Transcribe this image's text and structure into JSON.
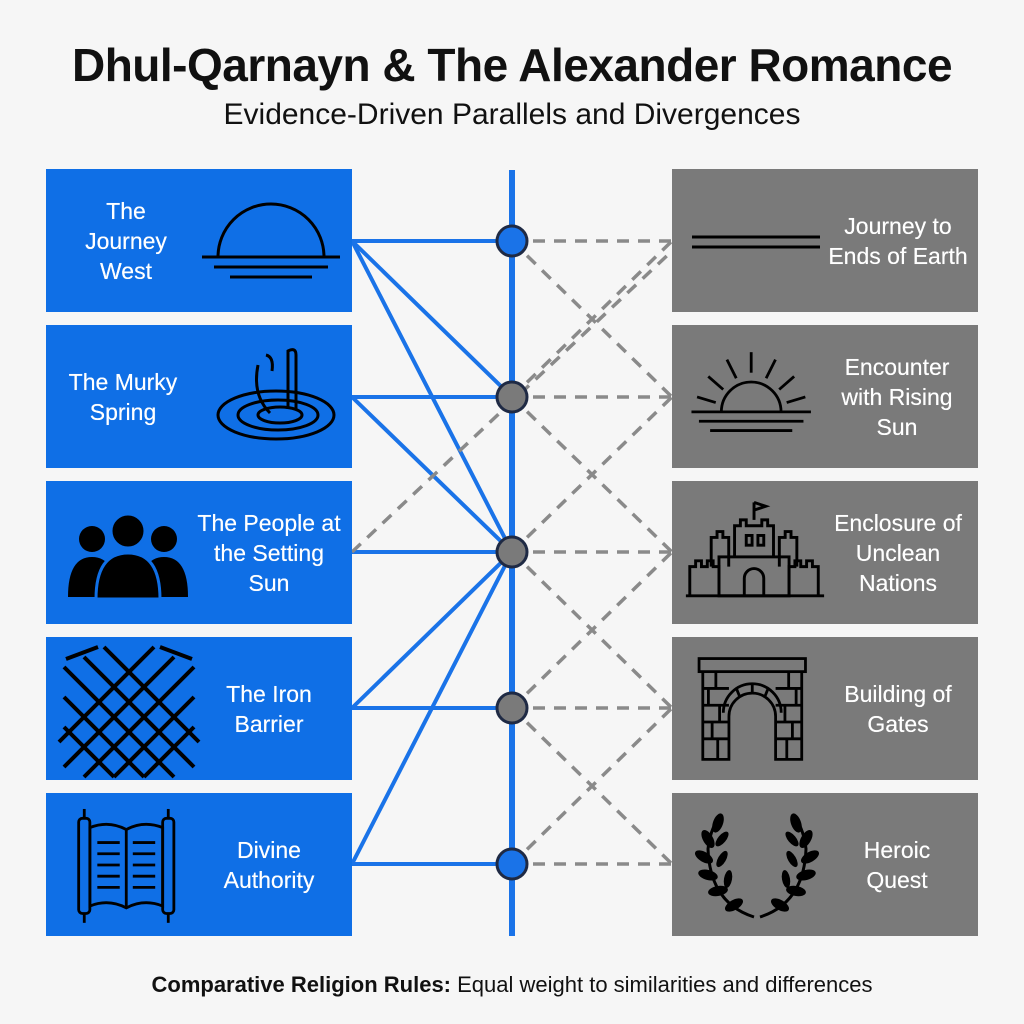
{
  "title": "Dhul-Qarnayn & The Alexander Romance",
  "subtitle": "Evidence-Driven Parallels and Divergences",
  "left_items": [
    {
      "label": "The Journey West",
      "icon": "setting-sun-icon"
    },
    {
      "label": "The Murky Spring",
      "icon": "spring-icon"
    },
    {
      "label": "The People at the Setting Sun",
      "icon": "people-icon"
    },
    {
      "label": "The Iron Barrier",
      "icon": "iron-lattice-icon"
    },
    {
      "label": "Divine Authority",
      "icon": "scroll-icon"
    }
  ],
  "right_items": [
    {
      "label": "Journey to Ends of Earth",
      "icon": "horizon-lines-icon"
    },
    {
      "label": "Encounter with Rising Sun",
      "icon": "rising-sun-icon"
    },
    {
      "label": "Enclosure of Unclean Nations",
      "icon": "castle-icon"
    },
    {
      "label": "Building of Gates",
      "icon": "arch-gate-icon"
    },
    {
      "label": "Heroic Quest",
      "icon": "laurel-wreath-icon"
    }
  ],
  "colors": {
    "left_card": "#0f6fe6",
    "right_card": "#7a7a7a",
    "solid_link": "#1a73e8",
    "dashed_link": "#8a8a8a",
    "node_blue": "#1a73e8",
    "node_gray": "#7a7a7a"
  },
  "footer": {
    "bold": "Comparative Religion Rules:",
    "rest": " Equal weight to similarities and differences"
  }
}
